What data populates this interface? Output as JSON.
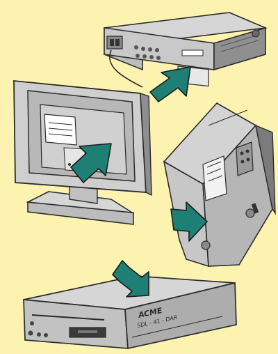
{
  "colors": {
    "background": "#fdf3b0",
    "device_gray_light": "#d4d4d4",
    "device_gray_mid": "#a9a9a9",
    "device_gray_dark": "#6f6f6f",
    "outline": "#2a2a2a",
    "arrow": "#1e7f74"
  },
  "devices": {
    "receiver_top": "set-top-box",
    "monitor": "flat-panel-monitor",
    "tower": "desktop-tower",
    "dvd_recorder": "dvd-recorder"
  },
  "dvd_recorder": {
    "brand": "ACME",
    "model": "SDL - 41 - DAR"
  },
  "arrows": [
    "arrow-to-receiver",
    "arrow-into-monitor",
    "arrow-to-tower",
    "arrow-to-recorder"
  ]
}
